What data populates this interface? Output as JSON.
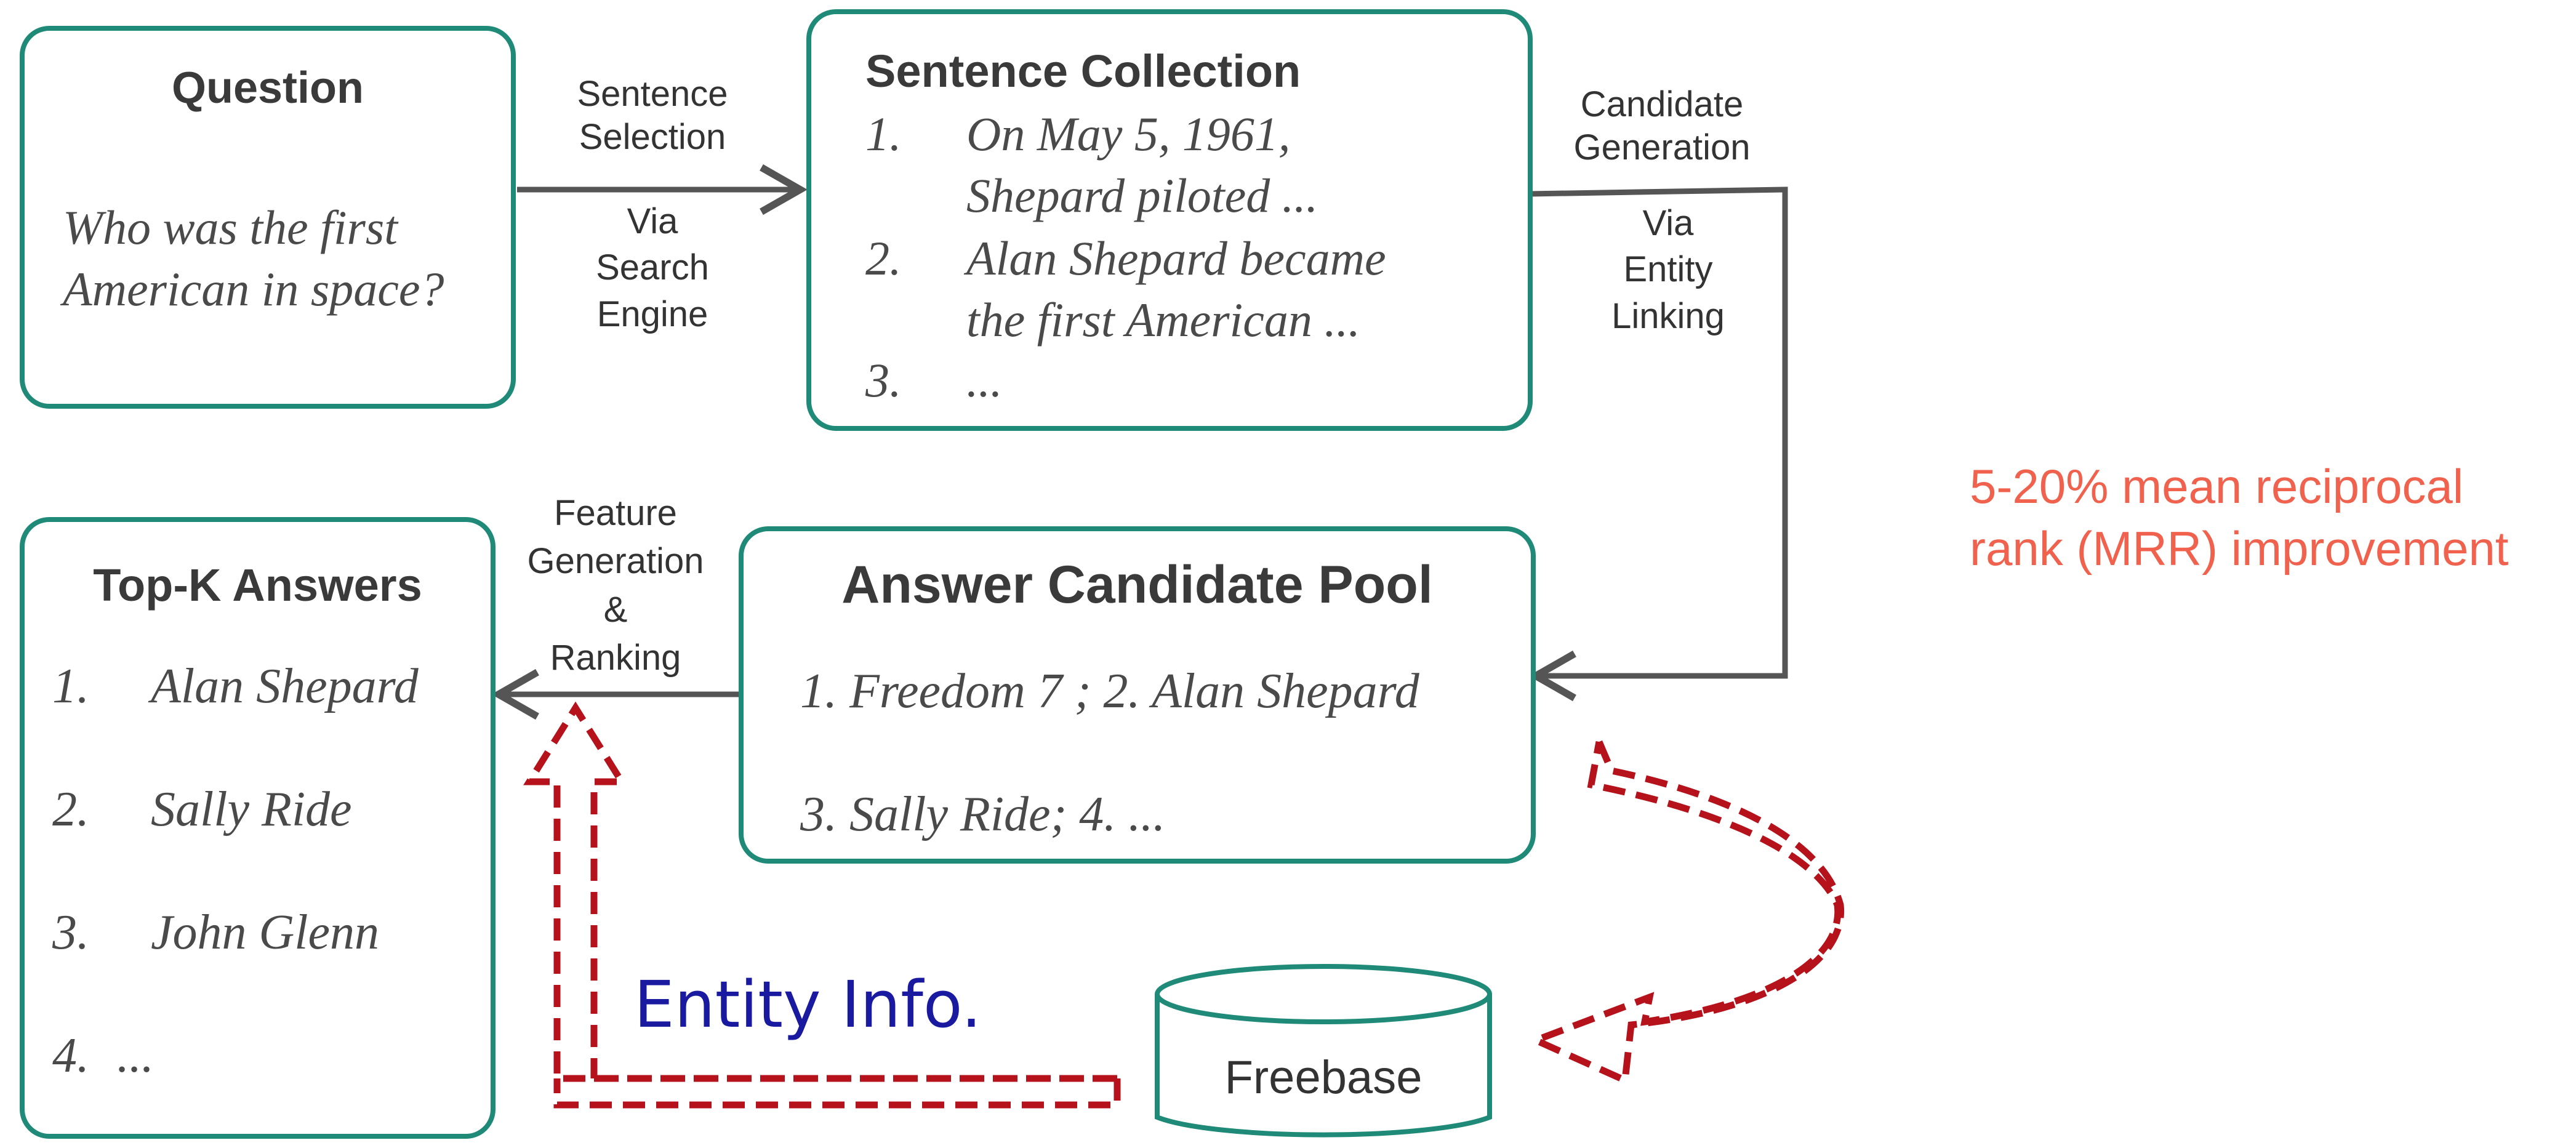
{
  "question": {
    "title": "Question",
    "text": [
      "Who was the first",
      "American in space?"
    ]
  },
  "sentence_selection": {
    "label": [
      "Sentence",
      "Selection"
    ],
    "via": [
      "Via",
      "Search",
      "Engine"
    ]
  },
  "sentence_collection": {
    "title": "Sentence Collection",
    "items": [
      {
        "num": "1.",
        "lines": [
          "On May 5, 1961,",
          "Shepard piloted ..."
        ]
      },
      {
        "num": "2.",
        "lines": [
          "Alan Shepard became",
          "the  first American ..."
        ]
      },
      {
        "num": "3.",
        "lines": [
          "..."
        ]
      }
    ]
  },
  "candidate_generation": {
    "label": [
      "Candidate",
      "Generation"
    ],
    "via": [
      "Via",
      "Entity",
      "Linking"
    ]
  },
  "answer_pool": {
    "title": "Answer Candidate Pool",
    "line1": "1. Freedom 7 ;  2. Alan Shepard",
    "line2": "3. Sally Ride;    4. ..."
  },
  "feature_generation": {
    "label": [
      "Feature",
      "Generation",
      "&",
      "Ranking"
    ]
  },
  "top_k": {
    "title": "Top-K Answers",
    "items": [
      {
        "num": "1.",
        "text": "Alan Shepard"
      },
      {
        "num": "2.",
        "text": "Sally Ride"
      },
      {
        "num": "3.",
        "text": "John Glenn"
      },
      {
        "num": "4.",
        "text": "..."
      }
    ]
  },
  "freebase": {
    "label": "Freebase"
  },
  "entity_info": {
    "label": "Entity Info.",
    "color": "#1a1aa0"
  },
  "annotation": {
    "lines": [
      "5-20% mean reciprocal",
      "rank (MRR) improvement"
    ],
    "color": "#f0624d"
  },
  "colors": {
    "box_border": "#1f8a78",
    "arrow": "#555555",
    "dashed_arrow": "#b5121b"
  }
}
